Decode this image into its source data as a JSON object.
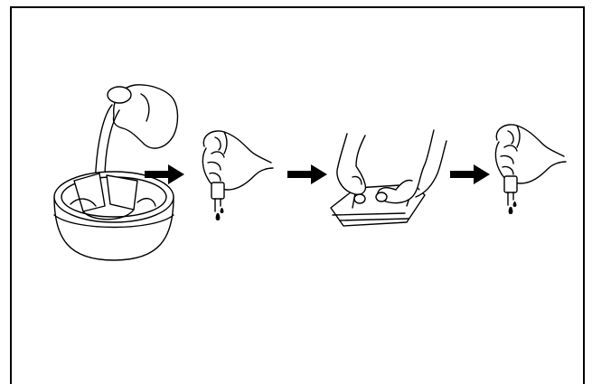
{
  "diagram": {
    "steps": [
      {
        "id": "soak-cloth",
        "icon": "pouring-water-into-basin-with-cloth-icon"
      },
      {
        "id": "wring-cloth",
        "icon": "hand-wringing-cloth-icon"
      },
      {
        "id": "fold-cloth",
        "icon": "hands-folding-cloth-icon"
      },
      {
        "id": "wring-cloth-again",
        "icon": "hand-wringing-cloth-icon"
      }
    ],
    "connectors": [
      "right-arrow-icon",
      "right-arrow-icon",
      "right-arrow-icon"
    ],
    "colors": {
      "line": "#000000",
      "background": "#ffffff"
    }
  }
}
